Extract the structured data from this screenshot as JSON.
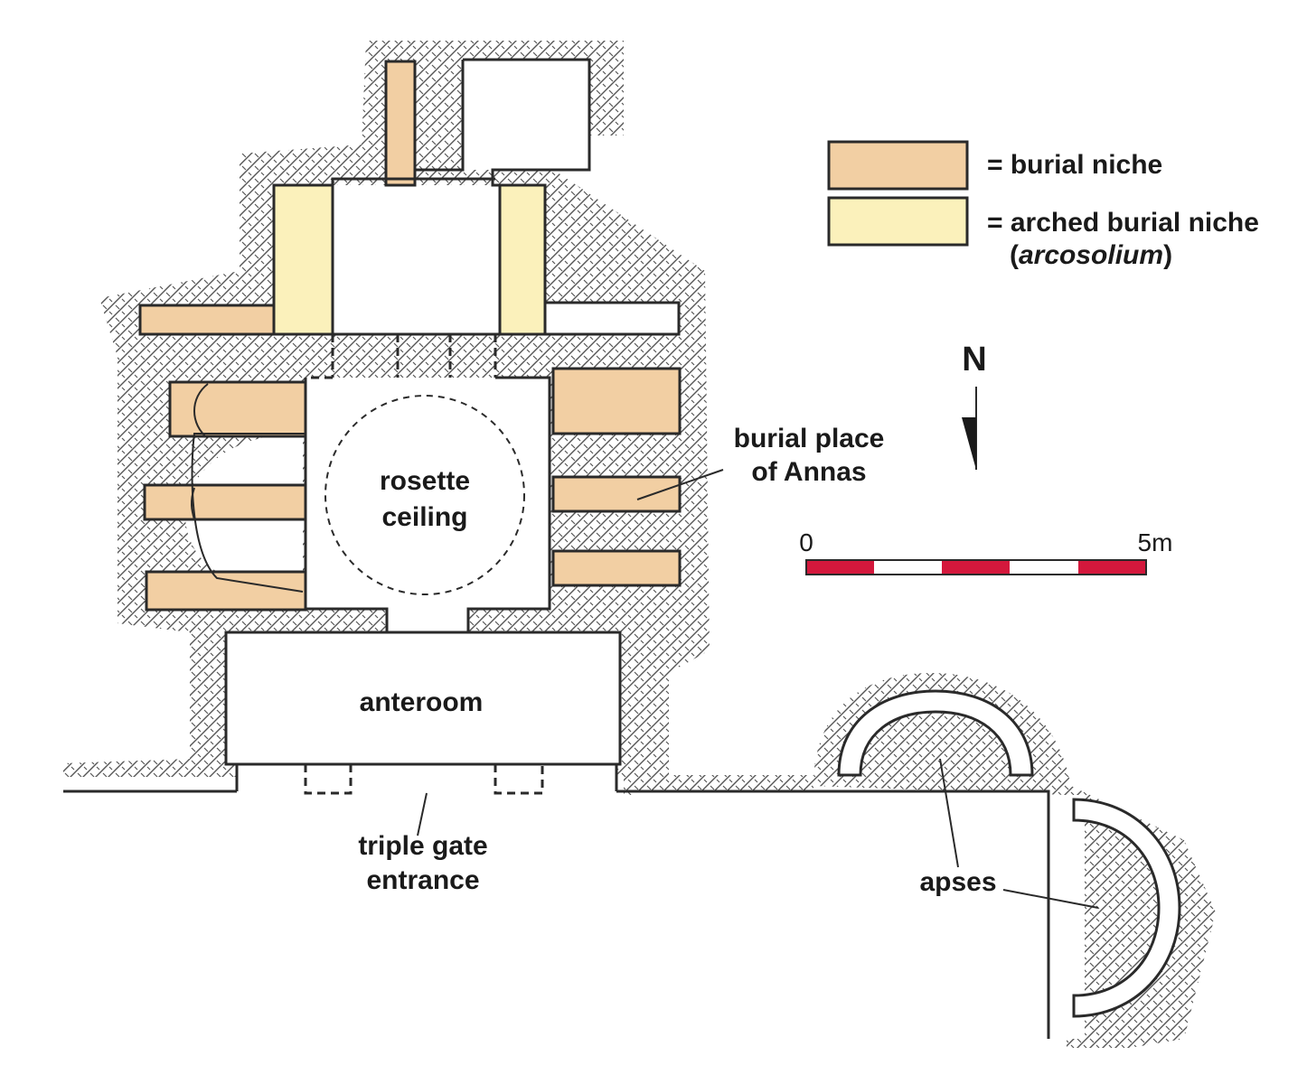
{
  "labels": {
    "rosette_line1": "rosette",
    "rosette_line2": "ceiling",
    "anteroom": "anteroom",
    "burial_line1": "burial place",
    "burial_line2": "of Annas",
    "gate_line1": "triple gate",
    "gate_line2": "entrance",
    "apses": "apses"
  },
  "legend": {
    "burial_niche": "= burial niche",
    "arched_line1": "= arched burial niche",
    "arched_open": "(",
    "arched_italic": "arcosolium",
    "arched_close": ")"
  },
  "north": "N",
  "scale": {
    "start": "0",
    "end": "5m"
  },
  "colors": {
    "burial_niche": "#f2cfa3",
    "arched_niche": "#fbf1bb",
    "scale_red": "#d4183c",
    "hatch": "#555555",
    "wall": "#2a2a2a"
  }
}
